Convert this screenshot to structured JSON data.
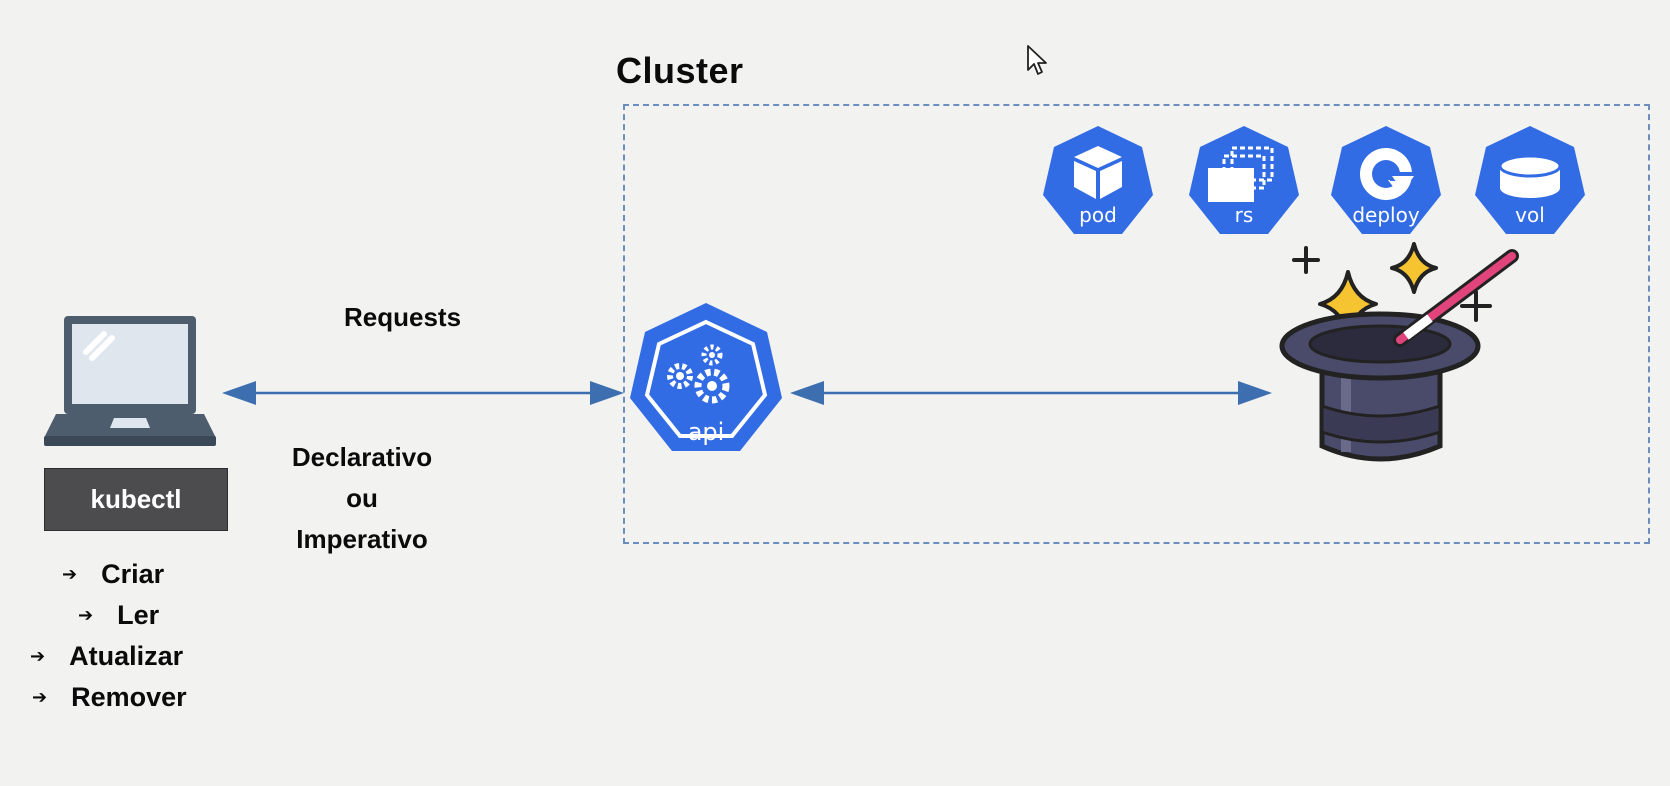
{
  "cluster": {
    "title": "Cluster"
  },
  "arrow_label": "Requests",
  "mode": {
    "line1": "Declarativo",
    "line2": "ou",
    "line3": "Imperativo"
  },
  "client": {
    "tool": "kubectl"
  },
  "operations": [
    "Criar",
    "Ler",
    "Atualizar",
    "Remover"
  ],
  "resources": [
    "pod",
    "rs",
    "deploy",
    "vol"
  ],
  "api": {
    "label": "api"
  },
  "colors": {
    "k8s_blue": "#326ce5",
    "arrow": "#3d6fb0",
    "dashed_border": "#6c8ebf",
    "hat": "#4a4a6a",
    "star": "#f6c431",
    "wand_tip": "#e0447a"
  },
  "icons": [
    "laptop-icon",
    "gears-icon",
    "cube-icon",
    "stacked-squares-icon",
    "rotate-arrow-icon",
    "cylinder-icon",
    "magic-hat-icon",
    "cursor-icon"
  ]
}
